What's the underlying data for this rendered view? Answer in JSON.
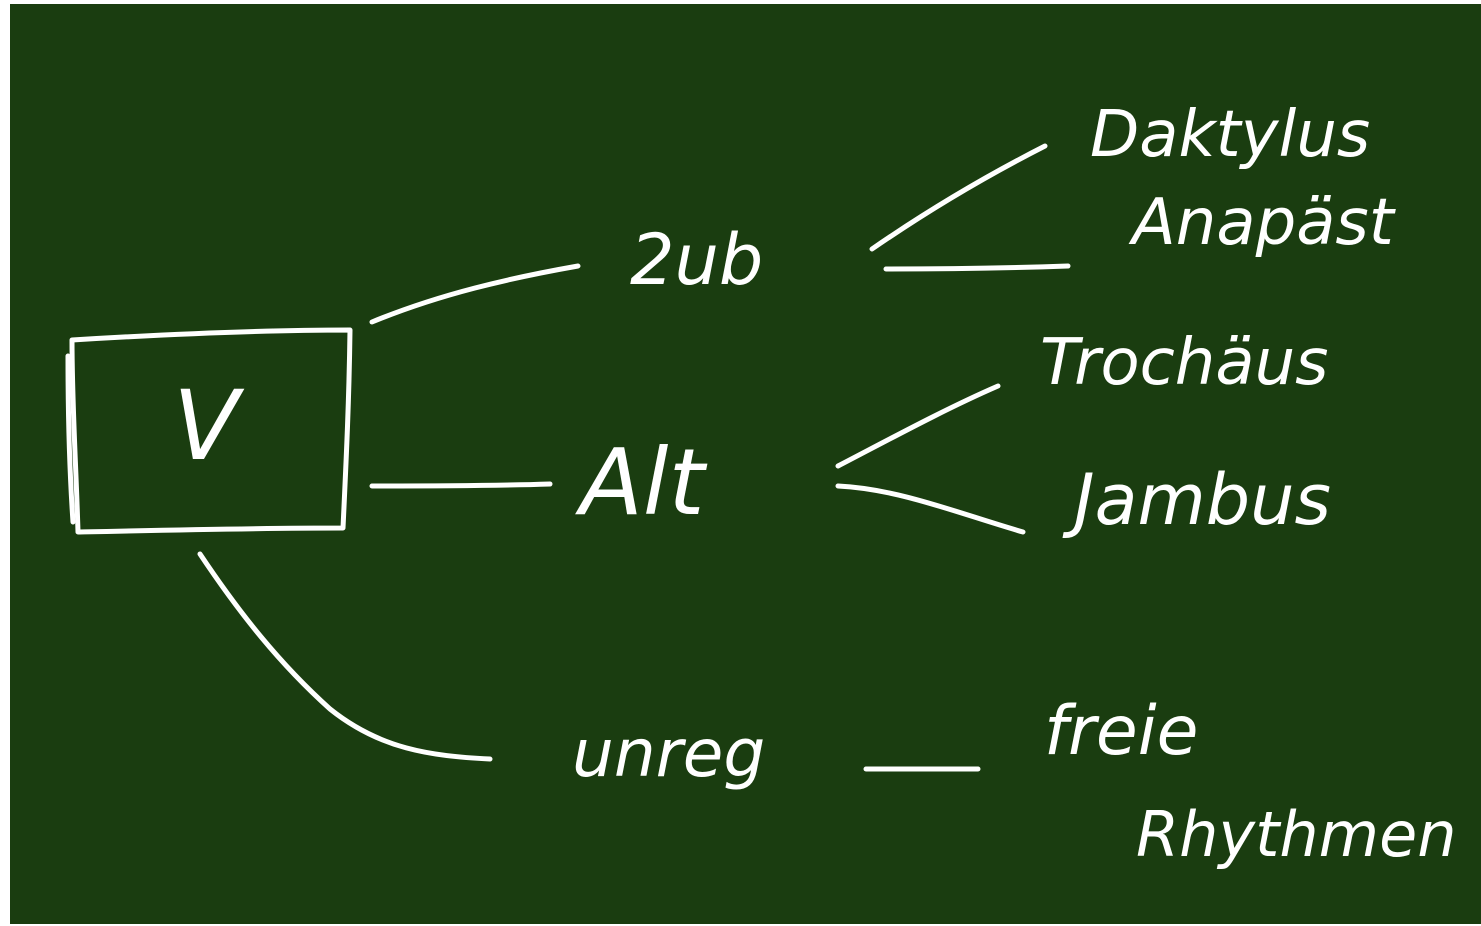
{
  "board": {
    "background_color": "#1a3d10",
    "chalk_color": "#ffffff"
  },
  "root": {
    "label": "V"
  },
  "branches": {
    "top": {
      "label": "2ub",
      "children": [
        "Daktylus",
        "Anapäst"
      ]
    },
    "middle": {
      "label": "Alt",
      "children": [
        "Trochäus",
        "Jambus"
      ]
    },
    "bottom": {
      "label": "unreg",
      "children": [
        "freie",
        "Rhythmen"
      ]
    }
  }
}
